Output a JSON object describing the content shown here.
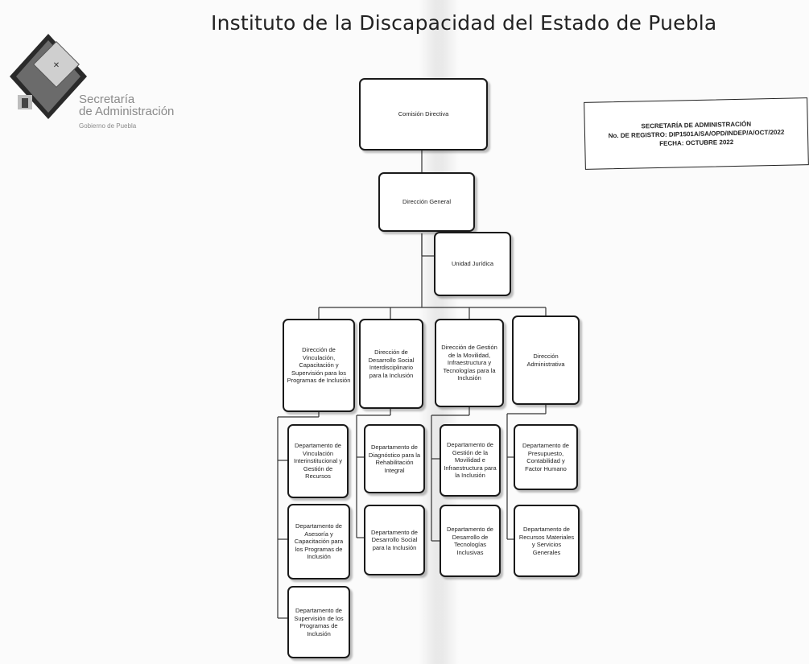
{
  "header": {
    "title": "Instituto de la Discapacidad del Estado de Puebla"
  },
  "logo": {
    "line1": "Secretaría",
    "line2": "de Administración",
    "line3": "Gobierno de Puebla"
  },
  "stamp": {
    "line1": "SECRETARÍA DE ADMINISTRACIÓN",
    "line2": "No. DE REGISTRO: DIP1501A/SA/OPD/INDEP/A/OCT/2022",
    "line3": "FECHA: OCTUBRE 2022"
  },
  "org": {
    "comision": "Comisión Directiva",
    "direccion_general": "Dirección General",
    "unidad_juridica": "Unidad Jurídica",
    "directions": [
      {
        "name": "Dirección de Vinculación, Capacitación y Supervisión para los Programas de Inclusión",
        "departments": [
          "Departamento de Vinculación Interinstitucional y Gestión de Recursos",
          "Departamento de Asesoría y Capacitación para los Programas de Inclusión",
          "Departamento de Supervisión de los Programas de Inclusión"
        ]
      },
      {
        "name": "Dirección de Desarrollo Social Interdisciplinario para la Inclusión",
        "departments": [
          "Departamento de Diagnóstico para la Rehabilitación Integral",
          "Departamento de Desarrollo Social para la Inclusión"
        ]
      },
      {
        "name": "Dirección de Gestión de la Movilidad, Infraestructura y Tecnologías para la Inclusión",
        "departments": [
          "Departamento de Gestión de la Movilidad e Infraestructura para la Inclusión",
          "Departamento de Desarrollo de Tecnologías Inclusivas"
        ]
      },
      {
        "name": "Dirección Administrativa",
        "departments": [
          "Departamento de Presupuesto, Contabilidad y Factor Humano",
          "Departamento de Recursos Materiales y Servicios Generales"
        ]
      }
    ]
  }
}
